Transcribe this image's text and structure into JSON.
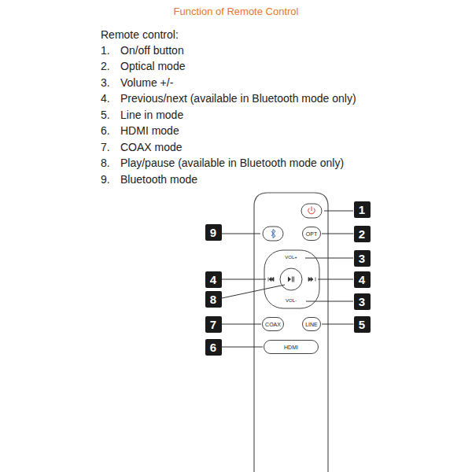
{
  "diagram": {
    "title": "Function of Remote Control",
    "nodes": [
      {
        "text": [
          "1"
        ]
      },
      {
        "text": [
          "9"
        ]
      },
      {
        "text": [
          "OPT"
        ]
      },
      {
        "text": [
          "2"
        ]
      },
      {
        "text": [
          "3"
        ]
      },
      {
        "text": [
          "4"
        ]
      },
      {
        "text": [
          "4"
        ]
      },
      {
        "text": [
          "8"
        ]
      },
      {
        "text": [
          "3"
        ]
      },
      {
        "text": [
          "7"
        ]
      },
      {
        "text": [
          "COAX"
        ]
      },
      {
        "text": [
          "LINE"
        ]
      },
      {
        "text": [
          "5"
        ]
      },
      {
        "text": [
          "6"
        ]
      },
      {
        "text": [
          "HDMI"
        ]
      }
    ],
    "edges": [
      {
        "from": 3,
        "to": 2,
        "arrow": "none"
      },
      {
        "from": 9,
        "to": 10,
        "arrow": "none"
      },
      {
        "from": 12,
        "to": 11,
        "arrow": "none"
      },
      {
        "from": 13,
        "to": 14,
        "arrow": "none"
      }
    ],
    "labels": [
      "Remote control:",
      "1.",
      "On/off button",
      "2.",
      "Optical mode",
      "3.",
      "Volume +/-",
      "4.",
      "Previous/next (available in Bluetooth mode only)",
      "5.",
      "Line in mode",
      "6.",
      "HDMI mode",
      "7.",
      "COAX mode",
      "8.",
      "Play/pause (available in Bluetooth mode only)",
      "9.",
      "Bluetooth mode",
      "VOL+",
      "VOL-"
    ]
  }
}
